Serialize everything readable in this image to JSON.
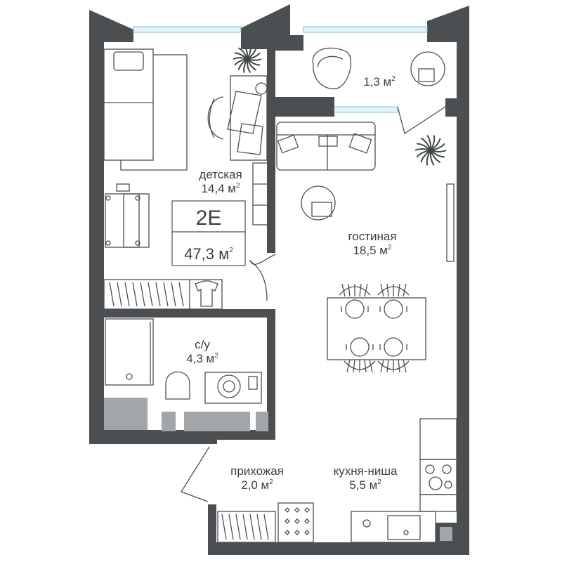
{
  "apartment": {
    "code": "2E",
    "total_area": "47,3 м",
    "total_area_sup": "2"
  },
  "rooms": [
    {
      "key": "kids",
      "name": "детская",
      "area": "14,4 м",
      "sup": "2"
    },
    {
      "key": "balcony",
      "name": "",
      "area": "1,3 м",
      "sup": "2"
    },
    {
      "key": "living",
      "name": "гостиная",
      "area": "18,5 м",
      "sup": "2"
    },
    {
      "key": "bath",
      "name": "с/у",
      "area": "4,3 м",
      "sup": "2"
    },
    {
      "key": "hall",
      "name": "прихожая",
      "area": "2,0 м",
      "sup": "2"
    },
    {
      "key": "kitchen",
      "name": "кухня-ниша",
      "area": "5,5 м",
      "sup": "2"
    }
  ],
  "colors": {
    "wall": "#4b4f52",
    "window": "#7fc6d2",
    "text": "#3a3f42",
    "utility": "#a3a6a8"
  }
}
